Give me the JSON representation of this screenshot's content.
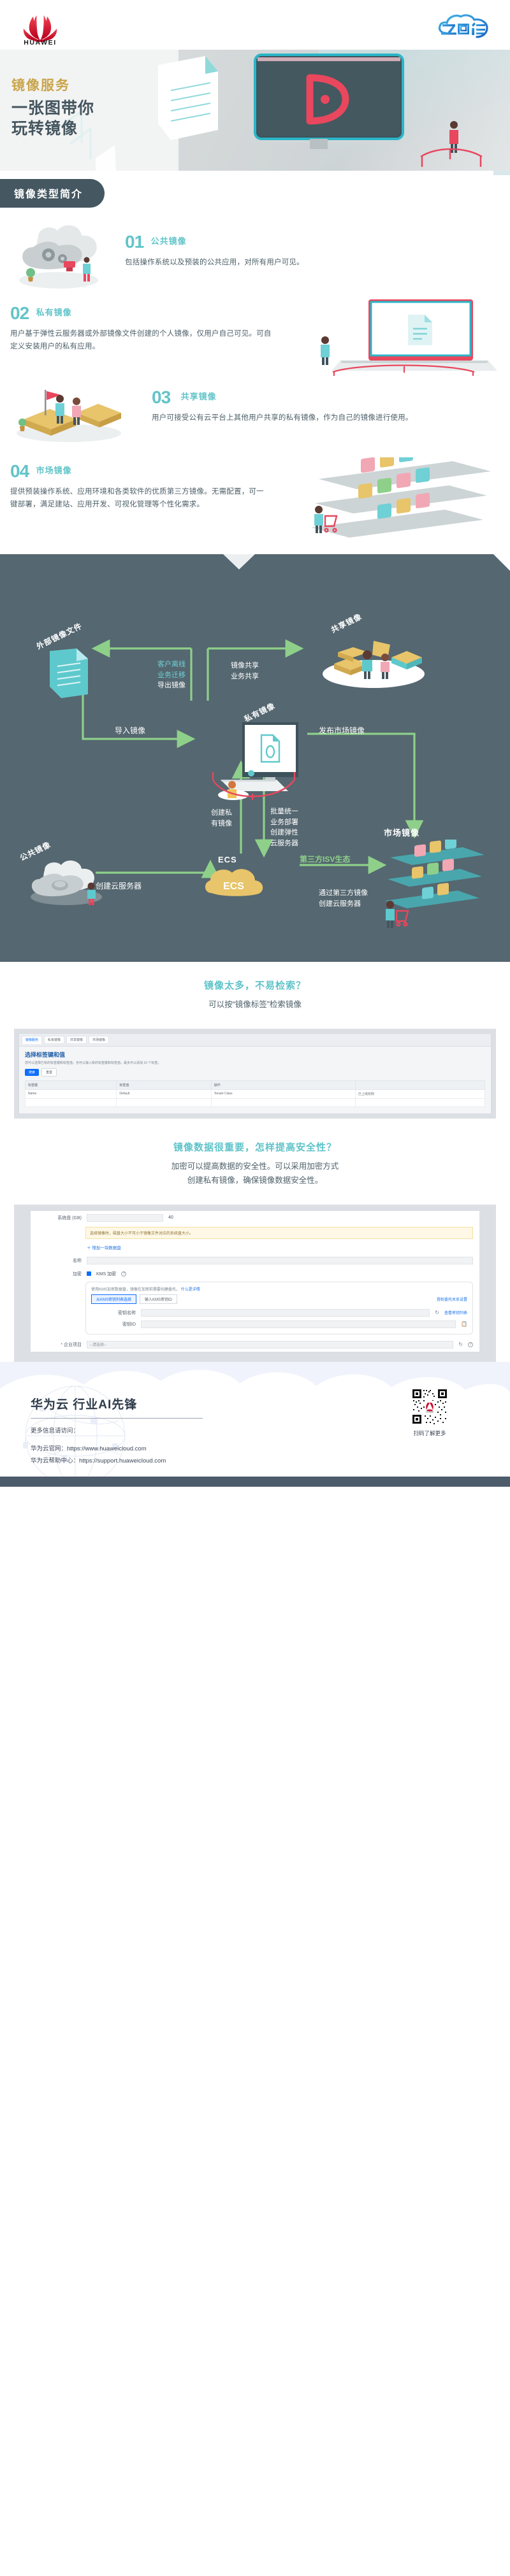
{
  "header": {
    "brand_name": "HUAWEI",
    "sub_brand": "云图说",
    "brand_color": "#cf0a2c",
    "sub_brand_color": "#1c8cd6"
  },
  "hero": {
    "eyebrow": "镜像服务",
    "title_line1": "一张图带你",
    "title_line2": "玩转镜像",
    "eyebrow_color": "#c9a44a",
    "title_color": "#44555e"
  },
  "section_banner": {
    "label": "镜像类型简介",
    "bg_color": "#455761"
  },
  "image_types": [
    {
      "number": "01",
      "title": "公共镜像",
      "desc": "包括操作系统以及预装的公共应用，对所有用户可见。",
      "icon": "cloud-gear-icon"
    },
    {
      "number": "02",
      "title": "私有镜像",
      "desc": "用户基于弹性云服务器或外部镜像文件创建的个人镜像，仅用户自己可见。可自定义安装用户的私有应用。",
      "icon": "laptop-document-icon"
    },
    {
      "number": "03",
      "title": "共享镜像",
      "desc": "用户可接受公有云平台上其他用户共享的私有镜像，作为自己的镜像进行使用。",
      "icon": "shared-stack-icon"
    },
    {
      "number": "04",
      "title": "市场镜像",
      "desc": "提供预装操作系统、应用环境和各类软件的优质第三方镜像。无需配置，可一键部署，满足建站、应用开发、可视化管理等个性化需求。",
      "icon": "marketplace-shelf-icon"
    }
  ],
  "accent": {
    "teal": "#62c4c9",
    "green": "#8ed08a",
    "dark": "#556770",
    "gold": "#e8c46a"
  },
  "flow": {
    "nodes": [
      {
        "id": "external-file",
        "label": "外部镜像文件"
      },
      {
        "id": "shared-image",
        "label": "共享镜像"
      },
      {
        "id": "private-image",
        "label": "私有镜像"
      },
      {
        "id": "public-image",
        "label": "公共镜像"
      },
      {
        "id": "market-image",
        "label": "市场镜像"
      },
      {
        "id": "ecs",
        "label": "ECS"
      }
    ],
    "edges": [
      {
        "id": "export",
        "label": "客户离线\n业务迁移\n导出镜像",
        "label_lines": [
          "客户离线",
          "业务迁移",
          "导出镜像"
        ],
        "style": "teal"
      },
      {
        "id": "share",
        "label_lines": [
          "镜像共享",
          "业务共享"
        ],
        "line1_style": "white",
        "line2_style": "teal"
      },
      {
        "id": "import",
        "label_lines": [
          "导入镜像"
        ],
        "style": "white"
      },
      {
        "id": "publish",
        "label_lines": [
          "发布市场镜像"
        ],
        "style": "white"
      },
      {
        "id": "create-private",
        "label_lines": [
          "创建私",
          "有镜像"
        ],
        "style": "white"
      },
      {
        "id": "batch-deploy",
        "label_lines": [
          "批量统一",
          "业务部署",
          "创建弹性",
          "云服务器"
        ],
        "line_styles": [
          "teal",
          "teal",
          "white",
          "white"
        ]
      },
      {
        "id": "create-server",
        "label_lines": [
          "创建云服务器"
        ],
        "style": "white"
      },
      {
        "id": "isv",
        "label_lines": [
          "第三方ISV生态"
        ],
        "style": "green"
      },
      {
        "id": "third-party-create",
        "label_lines": [
          "通过第三方镜像",
          "创建云服务器"
        ],
        "style": "white"
      }
    ]
  },
  "callout_tag": {
    "title": "镜像太多，不易检索？",
    "subtitle": "可以按“镜像标签”检索镜像"
  },
  "console_tag": {
    "tabs": [
      "镜像服务",
      "私有镜像",
      "共享镜像",
      "市场镜像"
    ],
    "dialog_title": "选择标签键和值",
    "dialog_sub": "您可以选择已有的标签键和标签值，也可以输入新的标签键和标签值。最多可以添加 10 个标签。",
    "columns": [
      "标签键",
      "标签值",
      "操作"
    ],
    "rows": [
      [
        "Name",
        "Default",
        "Tenant Class",
        "已上线实例"
      ]
    ],
    "buttons": [
      "搜索",
      "重置"
    ]
  },
  "callout_security": {
    "title": "镜像数据很重要，怎样提高安全性？",
    "subtitle_line1": "加密可以提高数据的安全性。可以采用加密方式",
    "subtitle_line2": "创建私有镜像，确保镜像数据安全性。"
  },
  "console_encrypt": {
    "fields": [
      {
        "label": "系统盘 (GB)",
        "value": "40"
      },
      {
        "label": "名称",
        "value": ""
      },
      {
        "label": "加密",
        "value": "KMS 加密"
      },
      {
        "label": "密钥名称",
        "value": ""
      },
      {
        "label": "密钥ID",
        "value": ""
      },
      {
        "label": "企业项目",
        "value": "--请选择--"
      }
    ],
    "warning": "选择镜像时，磁盘大小不可小于镜像文件对应的系统盘大小。",
    "add_disk_link": "＋ 增加一块数据盘",
    "kms_note": "使用KMS加密数据盘，镜像在加密前需要创建委托，",
    "kms_note_link": "什么是详情",
    "btn_primary": "从KMS密钥列表选择",
    "btn_secondary": "输入KMS密钥ID",
    "view_key_list": "查看密钥列表",
    "mode_link": "授权委托关系设置"
  },
  "footer": {
    "title": "华为云 行业AI先锋",
    "more_label": "更多信息请访问：",
    "site_label": "华为云官网：",
    "site_url": "https://www.huaweicloud.com",
    "help_label": "华为云帮助中心：",
    "help_url": "https://support.huaweicloud.com",
    "qr_caption": "扫码了解更多",
    "bar_color": "#4d5c6b"
  }
}
